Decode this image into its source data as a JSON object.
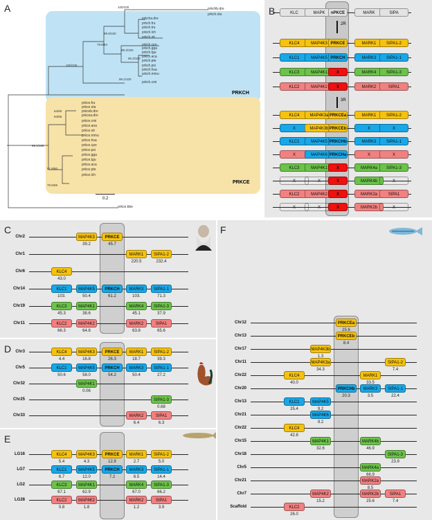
{
  "panels": {
    "a": "A",
    "b": "B",
    "c": "C",
    "d": "D",
    "e": "E",
    "f": "F"
  },
  "tree": {
    "group1": "PRKCH",
    "group2": "PRKCE",
    "scale": "0.2",
    "leaves": [
      "prkchb.dre",
      "prkch.ola",
      "prkcha.dre",
      "prkch.fru",
      "prkch.tru",
      "prkch.lch",
      "prkch.xtr",
      "prkch.cpo",
      "prkch.gga",
      "prkch.tgu",
      "prkch.aca",
      "prkch.pte",
      "prkch.psi",
      "prkch.hsa",
      "prkch.mmu",
      "prkch.cmi",
      "prkce.fru",
      "prkce.ola",
      "prkceb.dre",
      "prkcea.dre",
      "prkce.cmi",
      "prkce.ana",
      "prkce.xtr",
      "prkce.mmu",
      "prkce.hsa",
      "prkce.cpo",
      "prkce.psi",
      "prkce.gga",
      "prkce.tgu",
      "prkce.aca",
      "prkce.pte",
      "prkce.lch",
      "prkce.bbe"
    ],
    "boot": [
      "100/100",
      "99.9/100",
      "79.8/94",
      "100/100",
      "99.3/100",
      "96.3/100",
      "99.1/100",
      "64/60",
      "94/66",
      "99.1/100",
      "91.8/60",
      "79.5/59"
    ]
  },
  "b": {
    "top": [
      "KLC",
      "MAPK",
      "nPKCE",
      "MARK",
      "SIPA"
    ],
    "arrow1": "2R",
    "arrow2": "3R",
    "r2": [
      [
        "KLC4",
        "MAP4K3",
        "PRKCE",
        "MARK1",
        "SIPA1-2"
      ],
      [
        "KLC1",
        "MAP4K5",
        "PRKCH",
        "MARK3",
        "SIPA1-1"
      ],
      [
        "KLC3",
        "MAP4K1",
        "X",
        "MARK4",
        "SIPA1-3"
      ],
      [
        "KLC2",
        "MAP4K2",
        "X",
        "MARK2",
        "SIPA1"
      ]
    ],
    "r3": [
      [
        "KLC4",
        "MAP4K3a",
        "PRKCEa",
        "MARK1",
        "SIPA1-2"
      ],
      [
        "X",
        "MAP4K3b",
        "PRKCEb",
        "X",
        "X"
      ],
      [
        "KLC1",
        "MAP4K5",
        "PRKCHb",
        "MARK3",
        "SIPA1-1"
      ],
      [
        "X",
        "MAP4K6",
        "PRKCHa",
        "X",
        "X"
      ],
      [
        "KLC3",
        "MAP4K1",
        "X",
        "MARK4a",
        "SIPA1-3"
      ],
      [
        "X",
        "X",
        "X",
        "MARK4b",
        "X"
      ],
      [
        "KLC2",
        "MAP4K2",
        "X",
        "MARK2a",
        "SIPA1"
      ],
      [
        "X",
        "X",
        "X",
        "MARK2b",
        "X"
      ]
    ]
  },
  "c": {
    "rows": [
      {
        "chr": "Chr2",
        "g": [
          {
            "l": "MAP4K3",
            "n": "39.2"
          },
          {
            "l": "PRKCE",
            "n": "45.7"
          }
        ]
      },
      {
        "chr": "Chr1",
        "g": [
          {
            "l": "MARK1",
            "n": "220.5"
          },
          {
            "l": "SIPA1-2",
            "n": "232.4"
          }
        ]
      },
      {
        "chr": "Chr6",
        "g": [
          {
            "l": "KLC4",
            "n": "43.0"
          }
        ]
      },
      {
        "chr": "Chr14",
        "g": [
          {
            "l": "KLC1",
            "n": "103."
          },
          {
            "l": "MAP4K5",
            "n": "50.4"
          },
          {
            "l": "PRKCH",
            "n": "61.2"
          },
          {
            "l": "MARK3",
            "n": "103."
          },
          {
            "l": "SIPA1-1",
            "n": "71.3"
          }
        ]
      },
      {
        "chr": "Chr19",
        "g": [
          {
            "l": "KLC3",
            "n": "45.3"
          },
          {
            "l": "MAP4K1",
            "n": "38.6"
          },
          {
            "l": "MARK4",
            "n": "45.1"
          },
          {
            "l": "SIPA1-3",
            "n": "37.9"
          }
        ]
      },
      {
        "chr": "Chr11",
        "g": [
          {
            "l": "KLC2",
            "n": "66.3"
          },
          {
            "l": "MAP4K2",
            "n": "64.8"
          },
          {
            "l": "MARK2",
            "n": "63.8"
          },
          {
            "l": "SIPA1",
            "n": "65.6"
          }
        ]
      }
    ]
  },
  "d": {
    "rows": [
      {
        "chr": "Chr3",
        "g": [
          {
            "l": "KLC4",
            "n": "4.4"
          },
          {
            "l": "MAP4K3",
            "n": "16.8"
          },
          {
            "l": "PRKCE",
            "n": "26.3"
          },
          {
            "l": "MARK1",
            "n": "18.7"
          },
          {
            "l": "SIPA1-2",
            "n": "39.3"
          }
        ]
      },
      {
        "chr": "Chr5",
        "g": [
          {
            "l": "KLC1",
            "n": "50.6"
          },
          {
            "l": "MAP4K5",
            "n": "58.0"
          },
          {
            "l": "PRKCH",
            "n": "54.2"
          },
          {
            "l": "MARK3",
            "n": "50.4"
          },
          {
            "l": "SIPA1-1",
            "n": "27.2"
          }
        ]
      },
      {
        "chr": "Chr32",
        "g": [
          {
            "l": "MAP4K1",
            "n": "0.06"
          }
        ]
      },
      {
        "chr": "Chr25",
        "g": [
          {
            "l": "SIPA1-3",
            "n": "0.68"
          }
        ]
      },
      {
        "chr": "Chr33",
        "g": [
          {
            "l": "MARK2",
            "n": "6.4"
          },
          {
            "l": "SIPA1",
            "n": "6.3"
          }
        ]
      }
    ]
  },
  "e": {
    "rows": [
      {
        "chr": "LG16",
        "g": [
          {
            "l": "KLC4",
            "n": "5.4"
          },
          {
            "l": "MAP4K3",
            "n": "4.3"
          },
          {
            "l": "PRKCE",
            "n": "12.8"
          },
          {
            "l": "MARK1",
            "n": "2.7"
          },
          {
            "l": "SIPA1-2",
            "n": "5.0"
          }
        ]
      },
      {
        "chr": "LG7",
        "g": [
          {
            "l": "KLC1",
            "n": "6.7"
          },
          {
            "l": "MAP4K5",
            "n": "12.0"
          },
          {
            "l": "PRKCH",
            "n": "7.2"
          },
          {
            "l": "MARK3",
            "n": "6.5"
          },
          {
            "l": "SIPA1-1",
            "n": "14.4"
          }
        ]
      },
      {
        "chr": "LG2",
        "g": [
          {
            "l": "KLC3",
            "n": "67.1"
          },
          {
            "l": "MAP4K1",
            "n": "62.9"
          },
          {
            "l": "MARK4",
            "n": "67.0"
          },
          {
            "l": "SIPA1-3",
            "n": "66.2"
          }
        ]
      },
      {
        "chr": "LG28",
        "g": [
          {
            "l": "KLC2",
            "n": "0.8"
          },
          {
            "l": "MAP4K2",
            "n": "1.8"
          },
          {
            "l": "MARK2",
            "n": "1.2"
          },
          {
            "l": "SIPA1",
            "n": "3.9"
          }
        ]
      }
    ]
  },
  "f": {
    "rows": [
      {
        "chr": "Chr12",
        "g": [
          {
            "l": "PRKCEa",
            "n": "25.6"
          }
        ]
      },
      {
        "chr": "Chr13",
        "g": [
          {
            "l": "PRKCEb",
            "n": "8.4"
          }
        ]
      },
      {
        "chr": "Chr17",
        "g": [
          {
            "l": "MAP4K3b",
            "n": "1.3"
          }
        ]
      },
      {
        "chr": "Chr11",
        "g": [
          {
            "l": "MAP4K3a",
            "n": "34.3"
          },
          {
            "l": "SIPA1-2",
            "n": "7.4"
          }
        ]
      },
      {
        "chr": "Chr22",
        "g": [
          {
            "l": "KLC4",
            "n": "40.0"
          },
          {
            "l": "MARK1",
            "n": "33.5"
          }
        ]
      },
      {
        "chr": "Chr20",
        "g": [
          {
            "l": "PRKCHb",
            "n": "20.3"
          },
          {
            "l": "MARK3",
            "n": "3.5"
          },
          {
            "l": "SIPA1-1",
            "n": "22.4"
          }
        ]
      },
      {
        "chr": "Chr13",
        "g": [
          {
            "l": "KLC1",
            "n": "25.4"
          },
          {
            "l": "MAP4K5",
            "n": "9.2"
          }
        ]
      },
      {
        "chr": "Chr21",
        "g": [
          {
            "l": "MAP4K6",
            "n": "9.2"
          }
        ]
      },
      {
        "chr": "Chr22",
        "g": [
          {
            "l": "KLC4",
            "n": "42.8"
          }
        ]
      },
      {
        "chr": "Chr15",
        "g": [
          {
            "l": "MAP4K1",
            "n": "32.6"
          },
          {
            "l": "MARK4b",
            "n": "46.9"
          }
        ]
      },
      {
        "chr": "Chr18",
        "g": [
          {
            "l": "SIPA1-3",
            "n": "23.9"
          }
        ]
      },
      {
        "chr": "Chr5",
        "g": [
          {
            "l": "MARK4a",
            "n": "66.9"
          }
        ]
      },
      {
        "chr": "Chr21",
        "g": [
          {
            "l": "MARK2a",
            "n": "8.5"
          }
        ]
      },
      {
        "chr": "Chr7",
        "g": [
          {
            "l": "MAP4K2",
            "n": "15.2"
          },
          {
            "l": "MARK2b",
            "n": "25.6"
          },
          {
            "l": "SIPA1",
            "n": "7.4"
          }
        ]
      },
      {
        "chr": "Scaffold",
        "g": [
          {
            "l": "KLC2",
            "n": "26.0"
          }
        ]
      }
    ]
  }
}
